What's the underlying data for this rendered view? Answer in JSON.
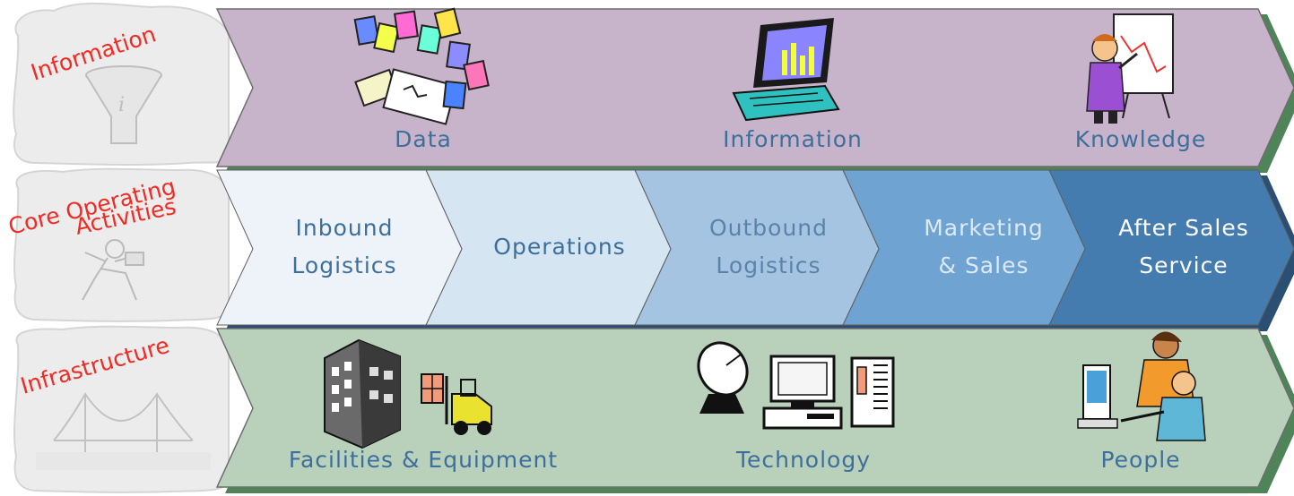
{
  "rows": {
    "information": {
      "side_label": "Information",
      "items": [
        "Data",
        "Information",
        "Knowledge"
      ]
    },
    "core": {
      "side_label_line1": "Core Operating",
      "side_label_line2": "Activities",
      "stages": [
        {
          "line1": "Inbound",
          "line2": "Logistics"
        },
        {
          "line1": "Operations",
          "line2": ""
        },
        {
          "line1": "Outbound",
          "line2": "Logistics"
        },
        {
          "line1": "Marketing",
          "line2": "& Sales"
        },
        {
          "line1": "After Sales",
          "line2": "Service"
        }
      ]
    },
    "infrastructure": {
      "side_label": "Infrastructure",
      "items": [
        "Facilities & Equipment",
        "Technology",
        "People"
      ]
    }
  },
  "colors": {
    "info_band": "#c8b4ca",
    "infra_band": "#b9d0bb",
    "band_shadow": "#4f8458",
    "side_label_red": "#ef2b24",
    "label_blue": "#3d6f9c",
    "stage_fills": [
      "#eef3f9",
      "#d6e5f2",
      "#a4c4e1",
      "#6fa3d1",
      "#457caf"
    ],
    "stage_text": [
      "#3d6f9c",
      "#3d6f9c",
      "#5b83aa",
      "#dde9f5",
      "#ffffff"
    ]
  },
  "icons": {
    "information": [
      "data-papers-icon",
      "laptop-chart-icon",
      "presenter-chart-icon"
    ],
    "infrastructure": [
      "building-icon",
      "forklift-icon",
      "satellite-dish-icon",
      "desktop-computer-icon",
      "server-rack-icon",
      "people-at-computer-icon"
    ],
    "side": [
      "funnel-icon",
      "runner-icon",
      "bridge-icon"
    ]
  }
}
